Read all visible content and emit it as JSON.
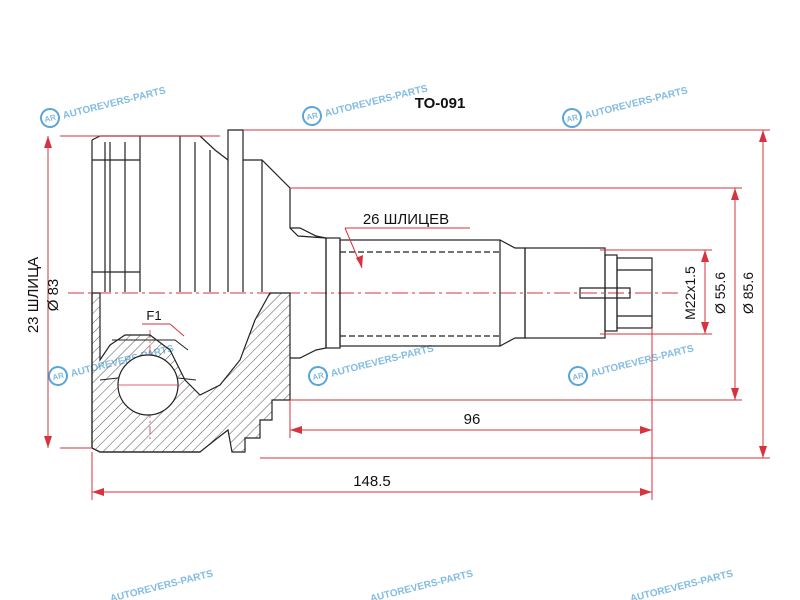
{
  "part_number": "TO-091",
  "labels": {
    "outer_splines": "23 ШЛИЦА",
    "outer_diameter": "Ø 83",
    "inner_splines": "26 ШЛИЦЕВ",
    "thread": "M22x1.5",
    "shaft_diameter": "Ø 55.6",
    "flange_diameter": "Ø 85.6",
    "stem_length": "96",
    "total_length": "148.5",
    "section_label": "F1"
  },
  "watermark": {
    "text": "AUTOREVERS-PARTS",
    "logo_text": "AR"
  },
  "colors": {
    "outline": "#222222",
    "dimension": "#d6333f",
    "hatch": "#555555",
    "watermark": "#5aa6d8"
  }
}
